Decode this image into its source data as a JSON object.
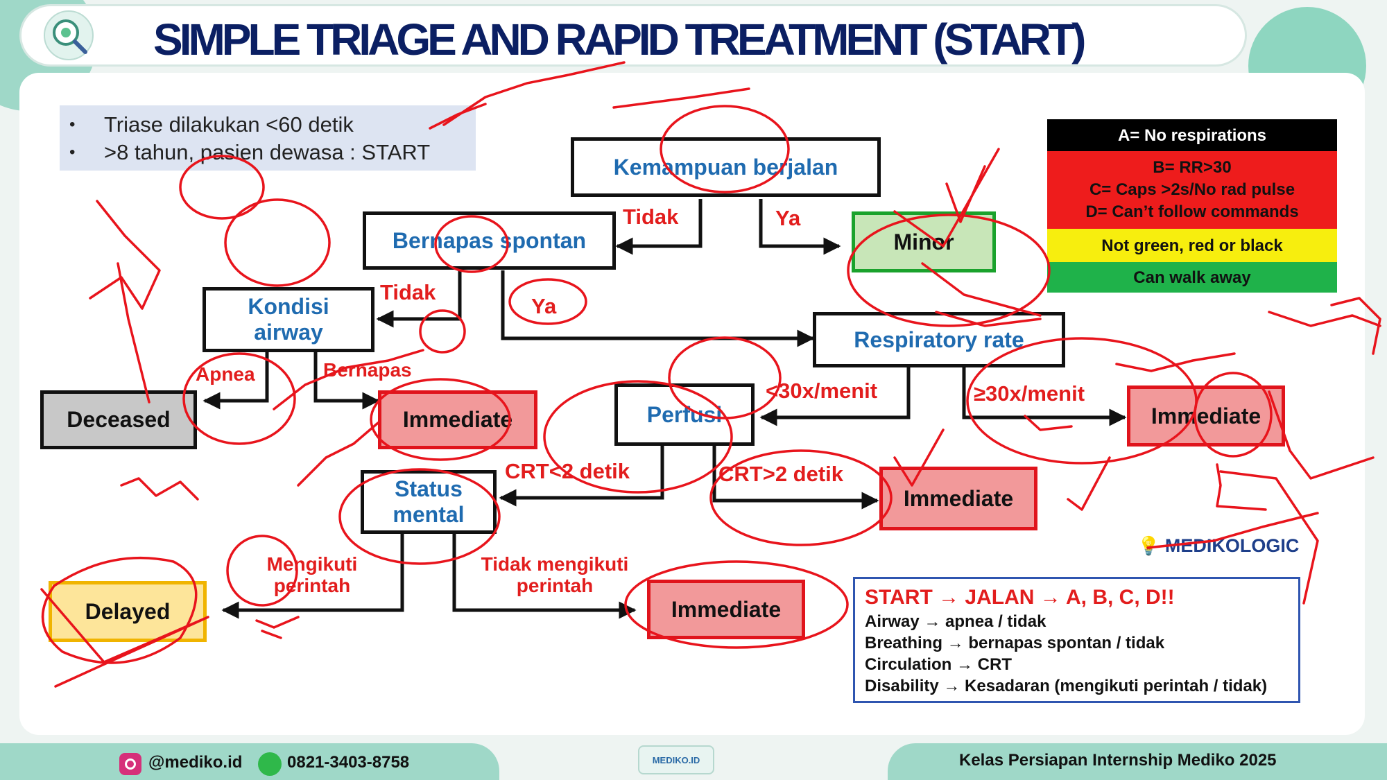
{
  "header": {
    "title": "SIMPLE TRIAGE AND RAPID TREATMENT (START)"
  },
  "notes": {
    "bullets": [
      "Triase dilakukan <60 detik",
      ">8 tahun, pasien dewasa : START"
    ],
    "bullet_glyph": "•"
  },
  "flow": {
    "kemampuan": "Kemampuan berjalan",
    "bernapas_spontan": "Bernapas spontan",
    "kondisi_airway": "Kondisi airway",
    "respiratory_rate": "Respiratory rate",
    "perfusi": "Perfusi",
    "status_mental": "Status mental",
    "minor": "Minor",
    "deceased": "Deceased",
    "immediate": "Immediate",
    "delayed": "Delayed"
  },
  "edges": {
    "tidak": "Tidak",
    "ya": "Ya",
    "apnea": "Apnea",
    "bernapas": "Bernapas",
    "lt30": "<30x/menit",
    "ge30": "≥30x/menit",
    "crt_lt2": "CRT<2 detik",
    "crt_gt2": "CRT>2 detik",
    "mengikuti": "Mengikuti perintah",
    "tidak_mengikuti": "Tidak mengikuti perintah"
  },
  "legend": {
    "a": "A= No respirations",
    "red_lines": [
      "B= RR>30",
      "C= Caps >2s/No rad pulse",
      "D= Can’t follow commands"
    ],
    "yellow": "Not green, red or black",
    "green": "Can walk away"
  },
  "summary": {
    "head": "START → JALAN → A, B, C, D!!",
    "rows": [
      "Airway → apnea / tidak",
      "Breathing → bernapas spontan / tidak",
      "Circulation → CRT",
      "Disability → Kesadaran (mengikuti perintah / tidak)"
    ]
  },
  "brand": {
    "medikologic": "MEDIKOLOGIC",
    "center_logo": "MEDIKO.ID"
  },
  "footer": {
    "instagram": "@mediko.id",
    "phone": "0821-3403-8758",
    "course": "Kelas Persiapan Internship Mediko 2025"
  },
  "colors": {
    "title": "#0b1f63",
    "flow_text": "#1f6bb0",
    "edge_label": "#e21d1d",
    "immediate_fill": "#f2999a",
    "minor_fill": "#c8e6b8",
    "delayed_fill": "#fde59a",
    "deceased_fill": "#c8c8c8",
    "annotation_ink": "#e8141c"
  },
  "icons": [
    "magnifier-logo-icon",
    "bulb-icon",
    "instagram-icon",
    "whatsapp-icon"
  ]
}
